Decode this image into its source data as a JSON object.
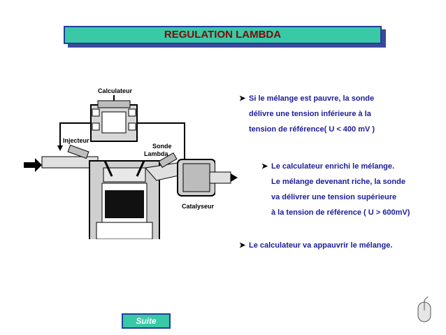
{
  "title": "REGULATION LAMBDA",
  "diagram": {
    "label_calculateur": "Calculateur",
    "label_injecteur": "Injecteur",
    "label_sonde_1": "Sonde",
    "label_sonde_2": "Lambda",
    "label_catalyseur": "Catalyseur"
  },
  "bullets": {
    "b1_l1": "Si le mélange est pauvre, la sonde",
    "b1_l2": "délivre une tension inférieure à la",
    "b1_l3": "tension de référence( U < 400 mV )",
    "b2_l1": "Le calculateur enrichi le mélange.",
    "b2_l2": "Le mélange devenant riche, la sonde",
    "b2_l3": "va délivrer une tension supérieure",
    "b2_l4": "à la tension de référence ( U > 600mV)",
    "b3_l1": "Le calculateur va appauvrir le mélange."
  },
  "buttons": {
    "suite": "Suite"
  },
  "icons": {
    "bullet": "arrow-bullet-icon",
    "mouse": "mouse-icon"
  }
}
